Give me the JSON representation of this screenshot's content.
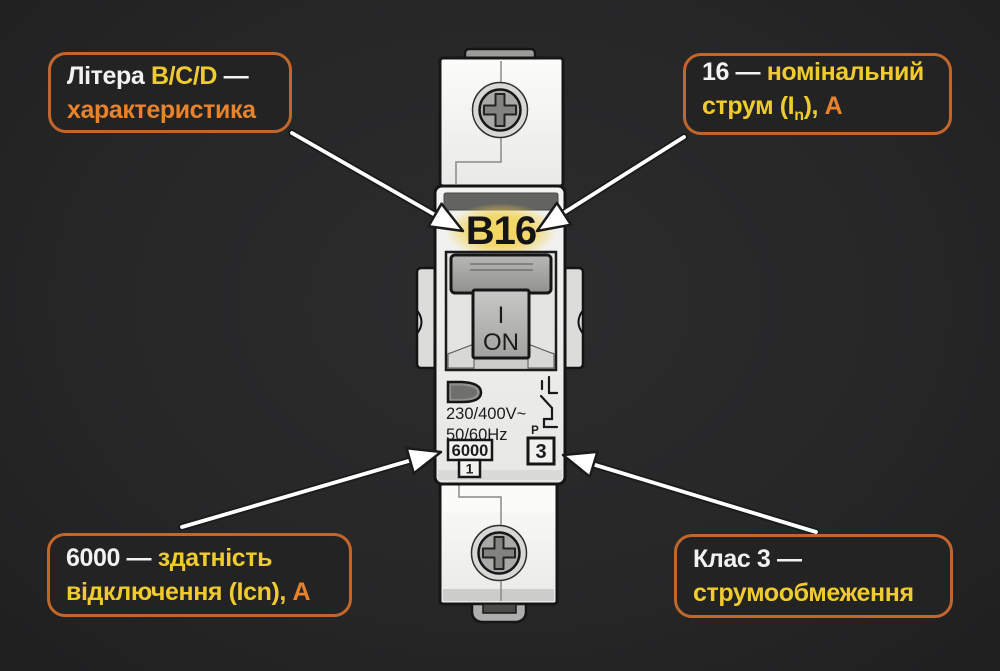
{
  "palette": {
    "background": "#27272a",
    "box_border": "#c2662c",
    "text_white": "#f2f2f2",
    "text_yellow": "#f0cb2e",
    "text_orange": "#e8832c",
    "highlight_glow": "#f4d458"
  },
  "breaker": {
    "rating_label": "B16",
    "switch_position_symbol": "I",
    "switch_state": "ON",
    "voltage": "230/400V~",
    "frequency": "50/60Hz",
    "breaking_capacity": "6000",
    "energy_class_small_box": "1",
    "current_limiting_class": "3",
    "schematic_letter": "P"
  },
  "annotations": {
    "top_left": {
      "lines": [
        [
          {
            "text": "Літера ",
            "color": "white"
          },
          {
            "text": "B/C/D",
            "color": "yellow"
          },
          {
            "text": " —",
            "color": "white"
          }
        ],
        [
          {
            "text": "характеристика",
            "color": "orange"
          }
        ]
      ]
    },
    "top_right": {
      "lines": [
        [
          {
            "text": "16 — ",
            "color": "white"
          },
          {
            "text": "номінальний",
            "color": "yellow"
          }
        ],
        [
          {
            "text": "струм (I",
            "color": "yellow"
          },
          {
            "text": "n",
            "color": "yellow",
            "sub": true
          },
          {
            "text": "), ",
            "color": "yellow"
          },
          {
            "text": "А",
            "color": "orange"
          }
        ]
      ]
    },
    "bottom_left": {
      "lines": [
        [
          {
            "text": "6000 — ",
            "color": "white"
          },
          {
            "text": "здатність",
            "color": "yellow"
          }
        ],
        [
          {
            "text": "відключення (Icn), ",
            "color": "yellow"
          },
          {
            "text": "А",
            "color": "orange"
          }
        ]
      ]
    },
    "bottom_right": {
      "lines": [
        [
          {
            "text": "Клас 3 —",
            "color": "white"
          }
        ],
        [
          {
            "text": "струмообмеження",
            "color": "yellow"
          }
        ]
      ]
    }
  }
}
